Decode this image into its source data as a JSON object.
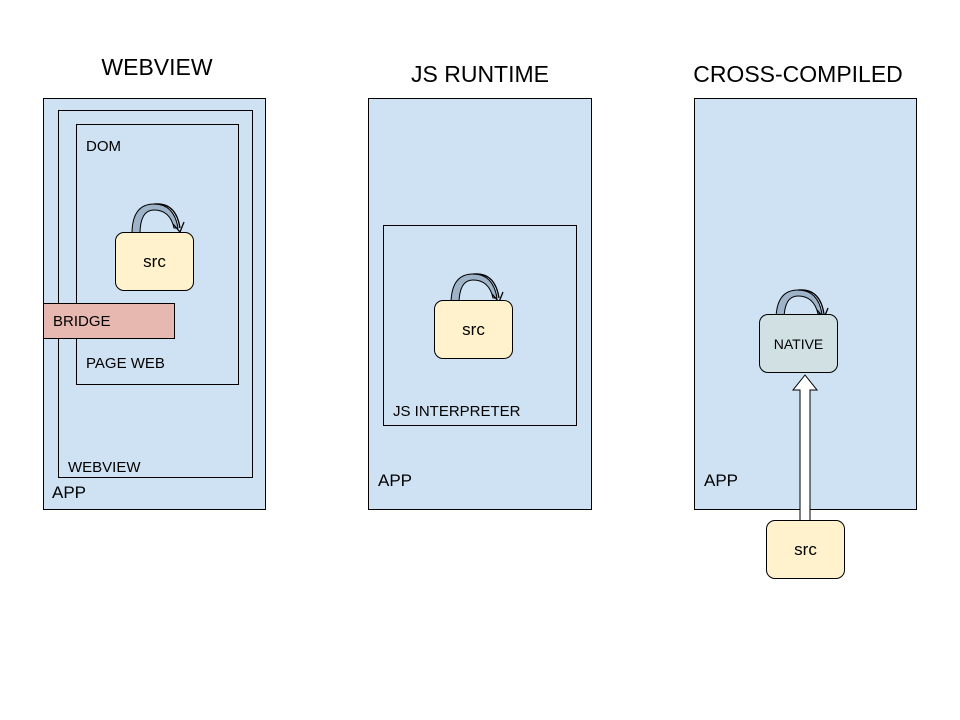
{
  "columns": [
    {
      "title": "WEBVIEW",
      "app_label": "APP",
      "webview_label": "WEBVIEW",
      "dom_label": "DOM",
      "page_label": "PAGE WEB",
      "bridge_label": "BRIDGE",
      "src_label": "src"
    },
    {
      "title": "JS RUNTIME",
      "app_label": "APP",
      "interpreter_label": "JS INTERPRETER",
      "src_label": "src"
    },
    {
      "title": "CROSS-COMPILED",
      "app_label": "APP",
      "native_label": "NATIVE",
      "src_label": "src"
    }
  ],
  "colors": {
    "container_fill": "#cfe2f3",
    "src_fill": "#fff2cc",
    "bridge_fill": "#e6b8af",
    "native_fill": "#d0e0e3",
    "stroke": "#000000",
    "loop_fill": "#9fb3c8"
  }
}
